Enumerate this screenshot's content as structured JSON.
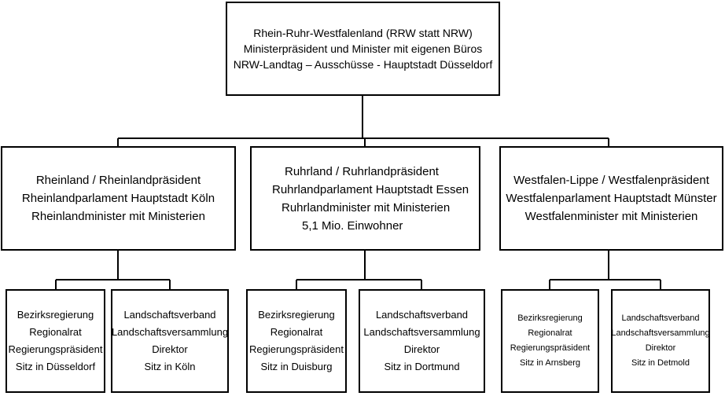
{
  "top": {
    "lines": [
      "Rhein-Ruhr-Westfalenland  (RRW statt NRW)",
      "Ministerpräsident  und  Minister mit eigenen Büros",
      "NRW-Landtag – Ausschüsse  - Hauptstadt Düsseldorf"
    ]
  },
  "regions": [
    {
      "lines": [
        "Rheinland  / Rheinlandpräsident",
        "Rheinlandparlament Hauptstadt Köln",
        "Rheinlandminister mit Ministerien"
      ],
      "bezirk": [
        "Bezirksregierung",
        "Regionalrat",
        "Regierungspräsident",
        "Sitz in Düsseldorf"
      ],
      "verband": [
        "Landschaftsverband",
        "Landschaftsversammlung",
        "Direktor",
        "Sitz in Köln"
      ]
    },
    {
      "lines": [
        "Ruhrland / Ruhrlandpräsident",
        "Ruhrlandparlament Hauptstadt Essen",
        "Ruhrlandminister mit Ministerien",
        "5,1 Mio.  Einwohner"
      ],
      "bezirk": [
        "Bezirksregierung",
        "Regionalrat",
        "Regierungspräsident",
        "Sitz in Duisburg"
      ],
      "verband": [
        "Landschaftsverband",
        "Landschaftsversammlung",
        "Direktor",
        "Sitz  in Dortmund"
      ]
    },
    {
      "lines": [
        "Westfalen-Lippe / Westfalenpräsident",
        "Westfalenparlament Hauptstadt Münster",
        "Westfalenminister mit Ministerien"
      ],
      "bezirk": [
        "Bezirksregierung",
        "Regionalrat",
        "Regierungspräsident",
        "Sitz in Arnsberg"
      ],
      "verband": [
        "Landschaftsverband",
        "Landschaftsversammlung",
        "Direktor",
        "Sitz in Detmold"
      ]
    }
  ]
}
